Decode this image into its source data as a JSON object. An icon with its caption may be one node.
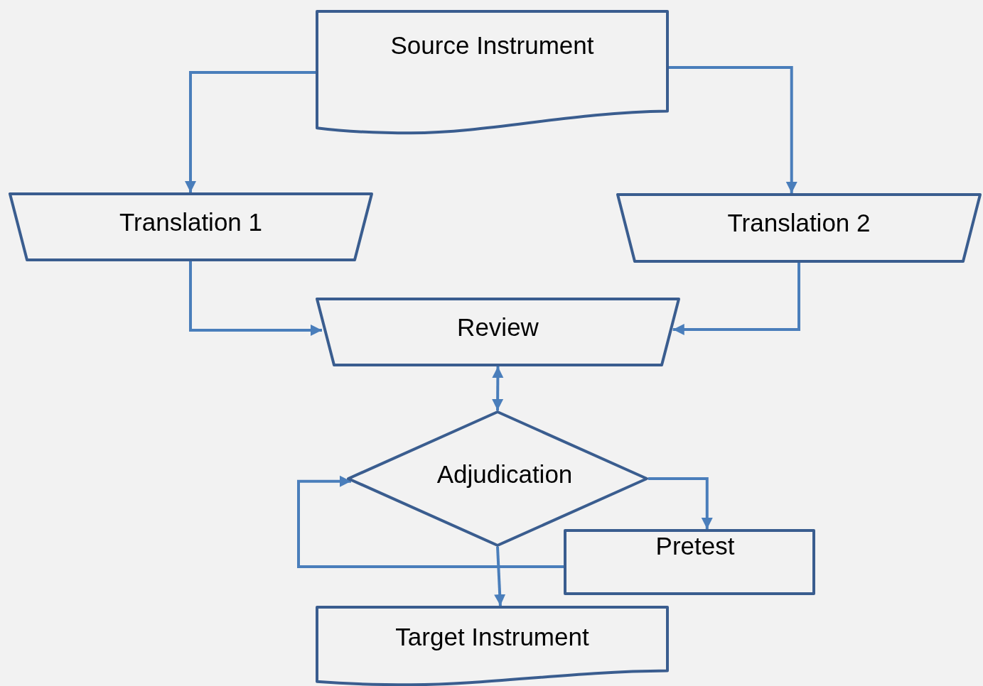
{
  "diagram": {
    "nodes": [
      {
        "text": [
          "Source Instrument"
        ]
      },
      {
        "text": [
          "Translation 1"
        ]
      },
      {
        "text": [
          "Translation 2"
        ]
      },
      {
        "text": [
          "Review"
        ]
      },
      {
        "text": [
          "Adjudication"
        ]
      },
      {
        "text": [
          "Pretest"
        ]
      },
      {
        "text": [
          "Target Instrument"
        ]
      }
    ],
    "edges": [
      {
        "from": 0,
        "to": 1,
        "arrow": "to"
      },
      {
        "from": 0,
        "to": 2,
        "arrow": "to"
      },
      {
        "from": 1,
        "to": 3,
        "arrow": "to"
      },
      {
        "from": 2,
        "to": 3,
        "arrow": "to"
      },
      {
        "from": 3,
        "to": 4,
        "arrow": "both"
      },
      {
        "from": 4,
        "to": 5,
        "arrow": "to"
      },
      {
        "from": 5,
        "to": 4,
        "arrow": "to"
      },
      {
        "from": 4,
        "to": 6,
        "arrow": "to"
      }
    ]
  }
}
